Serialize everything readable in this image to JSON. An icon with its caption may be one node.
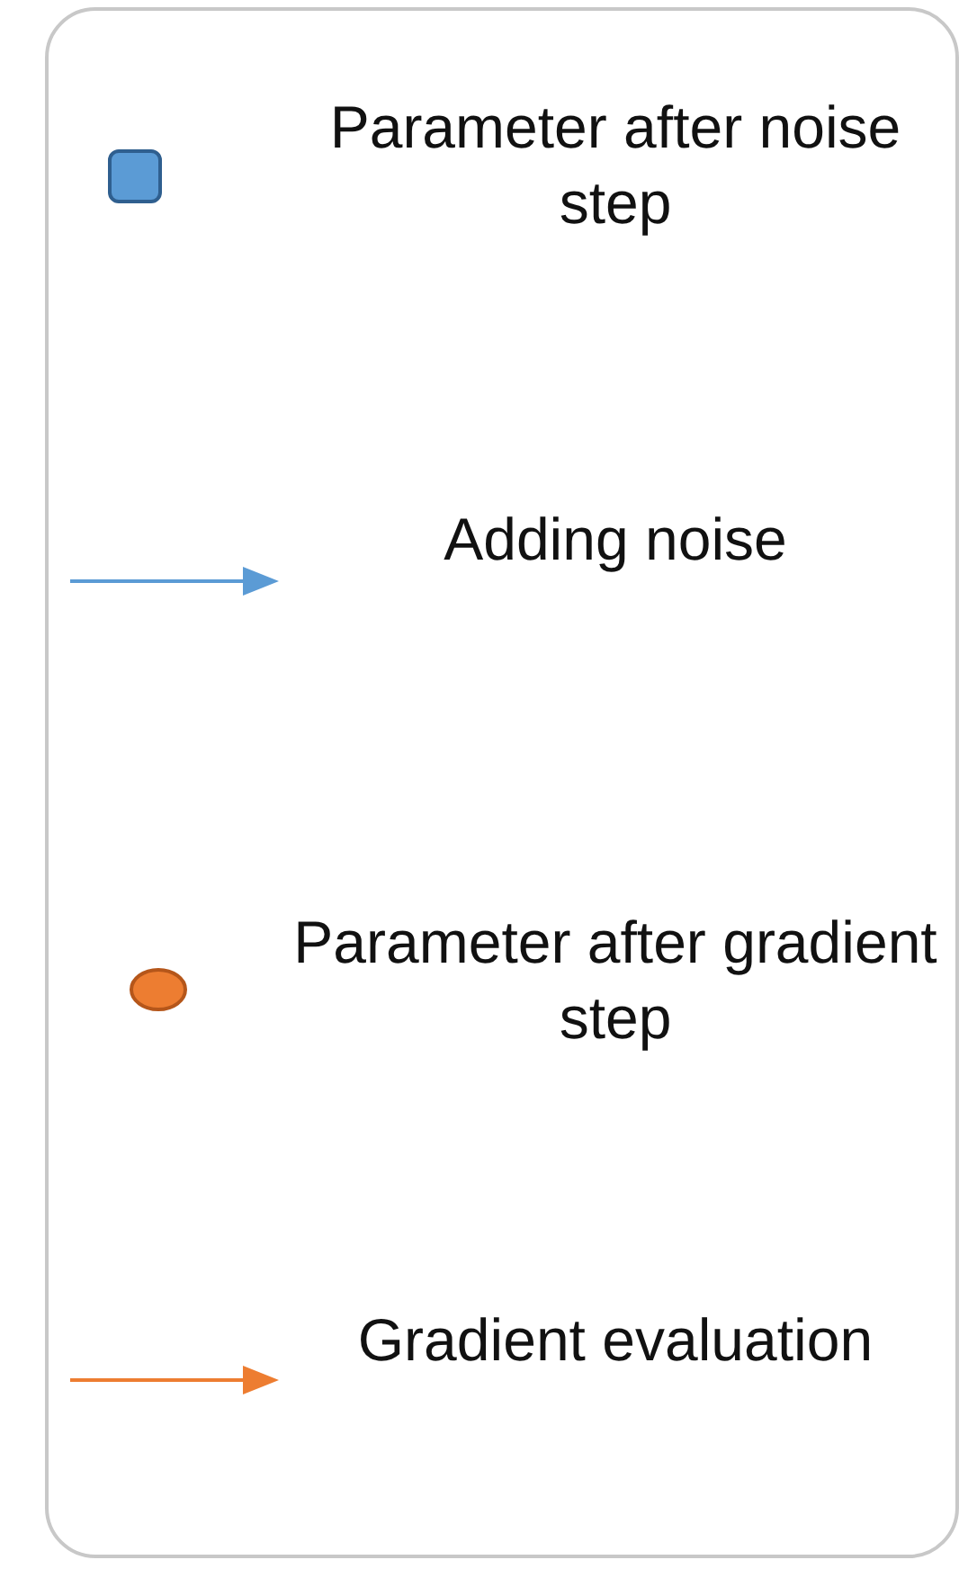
{
  "diagram": {
    "legend": [
      {
        "text": "Parameter after noise step",
        "color": "#5b9bd5"
      },
      {
        "text": "Adding noise",
        "color": "#5b9bd5"
      },
      {
        "text": "Parameter after gradient step",
        "color": "#ed7d31"
      },
      {
        "text": "Gradient evaluation",
        "color": "#ed7d31"
      }
    ]
  }
}
